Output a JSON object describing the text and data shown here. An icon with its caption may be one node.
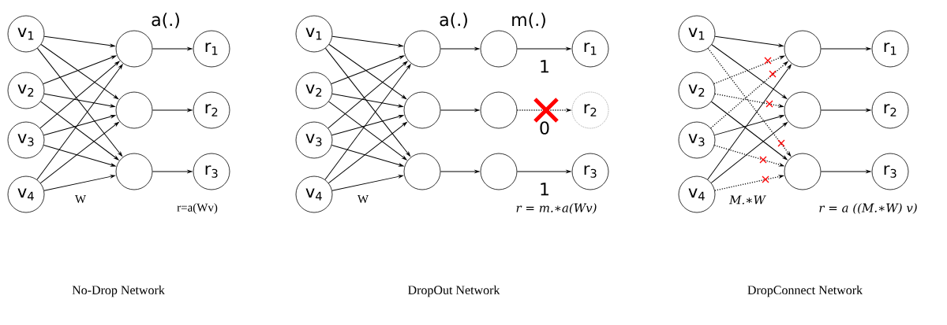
{
  "diagram": {
    "nodes": [
      {
        "text": [
          "v$_{1}$"
        ]
      },
      {
        "text": [
          "v$_{2}$"
        ]
      },
      {
        "text": [
          "v$_{3}$"
        ]
      },
      {
        "text": [
          "v$_{4}$"
        ]
      },
      {
        "text": [],
        "shape": "circle"
      },
      {
        "text": [],
        "shape": "circle"
      },
      {
        "text": [],
        "shape": "circle"
      },
      {
        "text": [
          "r$_{1}$"
        ]
      },
      {
        "text": [
          "r$_{2}$"
        ]
      },
      {
        "text": [
          "r$_{3}$"
        ]
      },
      {
        "text": [
          "v$_{1}$"
        ]
      },
      {
        "text": [
          "v$_{2}$"
        ]
      },
      {
        "text": [
          "v$_{3}$"
        ]
      },
      {
        "text": [
          "v$_{4}$"
        ]
      },
      {
        "text": [],
        "shape": "circle"
      },
      {
        "text": [],
        "shape": "circle"
      },
      {
        "text": [],
        "shape": "circle"
      },
      {
        "text": [],
        "shape": "circle"
      },
      {
        "text": [],
        "shape": "circle"
      },
      {
        "text": [],
        "shape": "circle"
      },
      {
        "text": [
          "r$_{1}$"
        ]
      },
      {
        "text": [
          "r$_{2}$"
        ]
      },
      {
        "text": [
          "r$_{3}$"
        ]
      },
      {
        "text": [
          "v$_{1}$"
        ]
      },
      {
        "text": [
          "v$_{2}$"
        ]
      },
      {
        "text": [
          "v$_{3}$"
        ]
      },
      {
        "text": [
          "v$_{4}$"
        ]
      },
      {
        "text": [],
        "shape": "circle"
      },
      {
        "text": [],
        "shape": "circle"
      },
      {
        "text": [],
        "shape": "circle"
      },
      {
        "text": [
          "r$_{1}$"
        ]
      },
      {
        "text": [
          "r$_{2}$"
        ]
      },
      {
        "text": [
          "r$_{3}$"
        ]
      }
    ],
    "edges": [
      {
        "from": 0,
        "to": 4,
        "arrow": "to"
      },
      {
        "from": 0,
        "to": 5,
        "arrow": "to"
      },
      {
        "from": 0,
        "to": 6,
        "arrow": "to"
      },
      {
        "from": 1,
        "to": 4,
        "arrow": "to"
      },
      {
        "from": 1,
        "to": 5,
        "arrow": "to"
      },
      {
        "from": 1,
        "to": 6,
        "arrow": "to"
      },
      {
        "from": 2,
        "to": 4,
        "arrow": "to"
      },
      {
        "from": 2,
        "to": 5,
        "arrow": "to"
      },
      {
        "from": 2,
        "to": 6,
        "arrow": "to"
      },
      {
        "from": 3,
        "to": 4,
        "arrow": "to"
      },
      {
        "from": 3,
        "to": 5,
        "arrow": "to"
      },
      {
        "from": 3,
        "to": 6,
        "arrow": "to"
      },
      {
        "from": 4,
        "to": 7,
        "arrow": "to"
      },
      {
        "from": 5,
        "to": 8,
        "arrow": "to"
      },
      {
        "from": 6,
        "to": 9,
        "arrow": "to"
      },
      {
        "from": 10,
        "to": 14,
        "arrow": "to"
      },
      {
        "from": 10,
        "to": 15,
        "arrow": "to"
      },
      {
        "from": 10,
        "to": 16,
        "arrow": "to"
      },
      {
        "from": 11,
        "to": 14,
        "arrow": "to"
      },
      {
        "from": 11,
        "to": 15,
        "arrow": "to"
      },
      {
        "from": 11,
        "to": 16,
        "arrow": "to"
      },
      {
        "from": 12,
        "to": 14,
        "arrow": "to"
      },
      {
        "from": 12,
        "to": 15,
        "arrow": "to"
      },
      {
        "from": 12,
        "to": 16,
        "arrow": "to"
      },
      {
        "from": 13,
        "to": 14,
        "arrow": "to"
      },
      {
        "from": 13,
        "to": 15,
        "arrow": "to"
      },
      {
        "from": 13,
        "to": 16,
        "arrow": "to"
      },
      {
        "from": 14,
        "to": 17,
        "arrow": "to"
      },
      {
        "from": 15,
        "to": 18,
        "arrow": "to"
      },
      {
        "from": 16,
        "to": 19,
        "arrow": "to"
      },
      {
        "from": 17,
        "to": 20,
        "arrow": "to",
        "label": "1"
      },
      {
        "from": 18,
        "to": 21,
        "arrow": "to",
        "label": "0",
        "style": "dashed"
      },
      {
        "from": 19,
        "to": 22,
        "arrow": "to",
        "label": "1"
      },
      {
        "from": 23,
        "to": 27,
        "arrow": "to"
      },
      {
        "from": 23,
        "to": 28,
        "arrow": "to"
      },
      {
        "from": 23,
        "to": 29,
        "arrow": "to",
        "style": "dashed"
      },
      {
        "from": 24,
        "to": 27,
        "arrow": "to",
        "style": "dashed"
      },
      {
        "from": 24,
        "to": 28,
        "arrow": "to",
        "style": "dashed"
      },
      {
        "from": 24,
        "to": 29,
        "arrow": "to"
      },
      {
        "from": 25,
        "to": 27,
        "arrow": "to",
        "style": "dashed"
      },
      {
        "from": 25,
        "to": 28,
        "arrow": "to"
      },
      {
        "from": 25,
        "to": 29,
        "arrow": "to",
        "style": "dashed"
      },
      {
        "from": 26,
        "to": 27,
        "arrow": "to"
      },
      {
        "from": 26,
        "to": 28,
        "arrow": "to"
      },
      {
        "from": 26,
        "to": 29,
        "arrow": "to",
        "style": "dashed"
      },
      {
        "from": 27,
        "to": 30,
        "arrow": "to"
      },
      {
        "from": 28,
        "to": 31,
        "arrow": "to"
      },
      {
        "from": 29,
        "to": 32,
        "arrow": "to"
      }
    ],
    "labels": [
      "a(.)",
      "W",
      "r=a(Wv)",
      "a(.)",
      "m(.)",
      "W",
      "r = m.∗a(Wv)",
      "M.∗W",
      "r = a ((M.∗W) v)",
      "No-Drop Network",
      "DropOut Network",
      "DropConnect Network"
    ]
  }
}
